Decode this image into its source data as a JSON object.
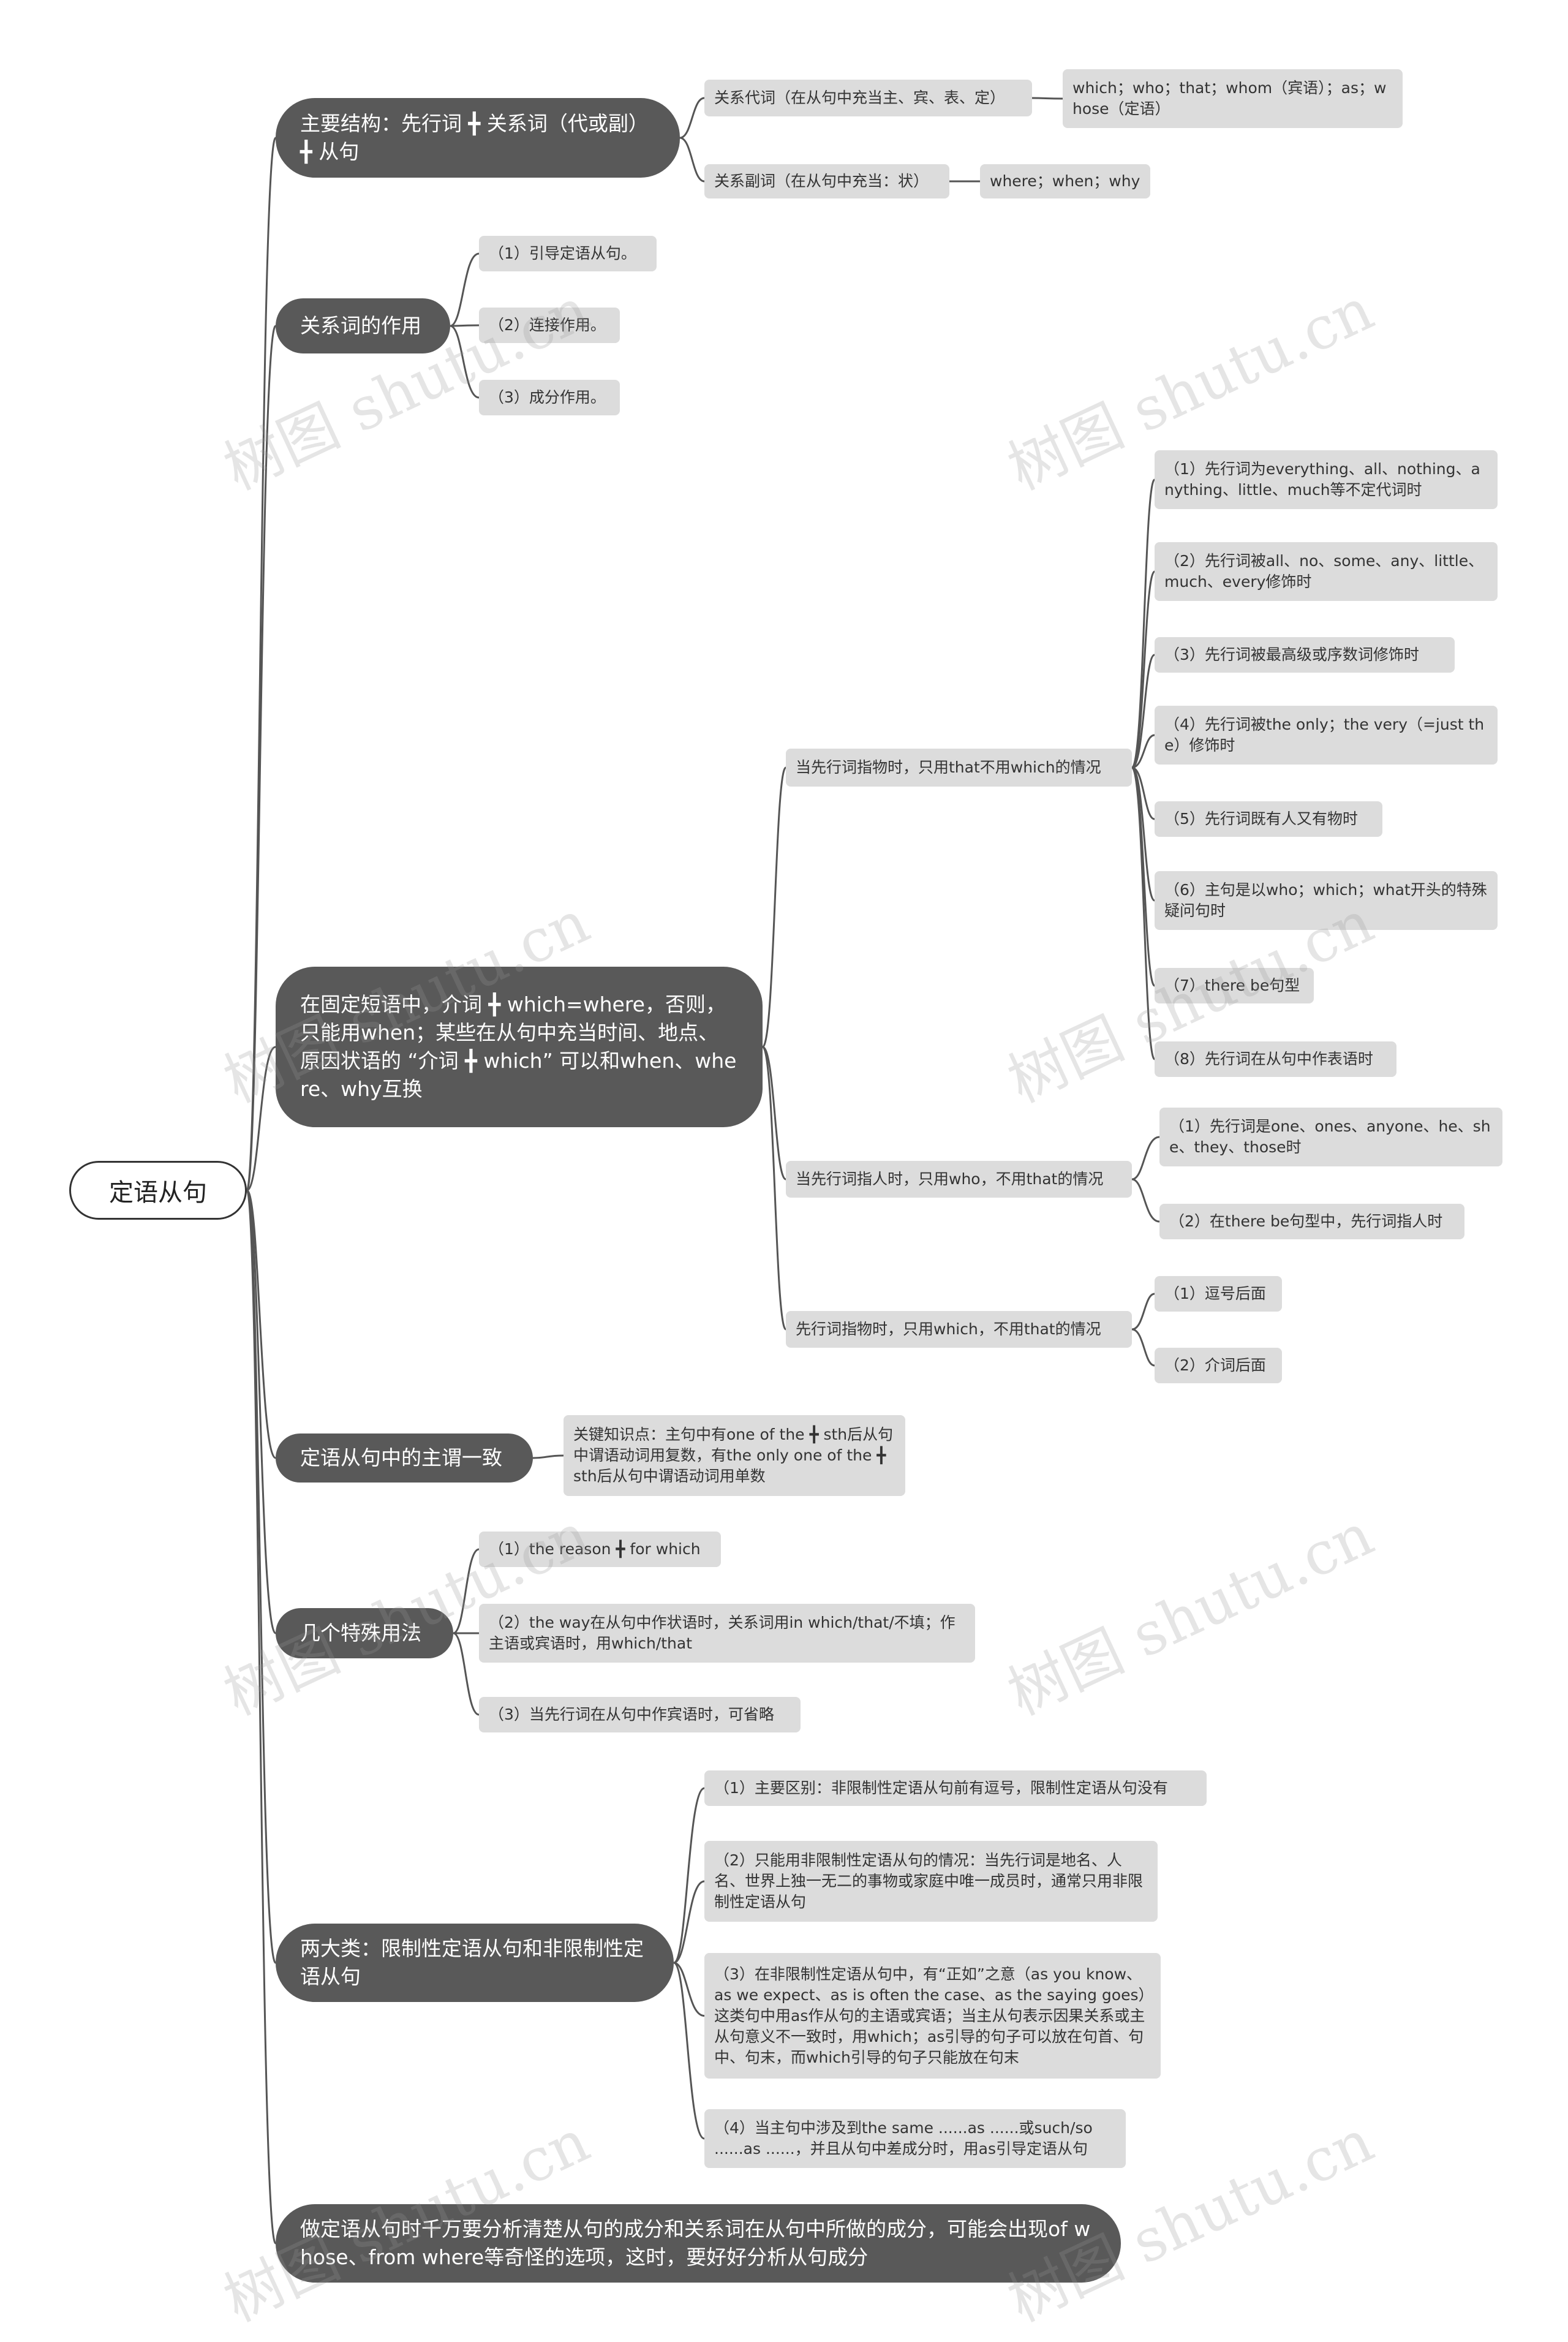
{
  "root": {
    "label": "定语从句"
  },
  "branches": [
    {
      "label": "主要结构：先行词 ╋ 关系词（代或副） ╋ 从句",
      "children": [
        {
          "label": "关系代词（在从句中充当主、宾、表、定）",
          "children": [
            {
              "label": "which；who；that；whom（宾语）；as；whose（定语）"
            }
          ]
        },
        {
          "label": "关系副词（在从句中充当：状）",
          "children": [
            {
              "label": "where；when；why"
            }
          ]
        }
      ]
    },
    {
      "label": "关系词的作用",
      "children": [
        {
          "label": "（1）引导定语从句。"
        },
        {
          "label": "（2）连接作用。"
        },
        {
          "label": "（3）成分作用。"
        }
      ]
    },
    {
      "label": "在固定短语中，介词 ╋ which=where，否则，只能用when；某些在从句中充当时间、地点、原因状语的 “介词 ╋ which” 可以和when、where、why互换",
      "children": [
        {
          "label": "当先行词指物时，只用that不用which的情况",
          "children": [
            {
              "label": "（1）先行词为everything、all、nothing、anything、little、much等不定代词时"
            },
            {
              "label": "（2）先行词被all、no、some、any、little、much、every修饰时"
            },
            {
              "label": "（3）先行词被最高级或序数词修饰时"
            },
            {
              "label": "（4）先行词被the only；the very（=just the）修饰时"
            },
            {
              "label": "（5）先行词既有人又有物时"
            },
            {
              "label": "（6）主句是以who；which；what开头的特殊疑问句时"
            },
            {
              "label": "（7）there be句型"
            },
            {
              "label": "（8）先行词在从句中作表语时"
            }
          ]
        },
        {
          "label": "当先行词指人时，只用who，不用that的情况",
          "children": [
            {
              "label": "（1）先行词是one、ones、anyone、he、she、they、those时"
            },
            {
              "label": "（2）在there be句型中，先行词指人时"
            }
          ]
        },
        {
          "label": "先行词指物时，只用which，不用that的情况",
          "children": [
            {
              "label": "（1）逗号后面"
            },
            {
              "label": "（2）介词后面"
            }
          ]
        }
      ]
    },
    {
      "label": "定语从句中的主谓一致",
      "children": [
        {
          "label": "关键知识点：主句中有one of the ╋ sth后从句中谓语动词用复数，有the only one of the ╋ sth后从句中谓语动词用单数"
        }
      ]
    },
    {
      "label": "几个特殊用法",
      "children": [
        {
          "label": "（1）the reason ╋ for which"
        },
        {
          "label": "（2）the way在从句中作状语时，关系词用in which/that/不填；作主语或宾语时，用which/that"
        },
        {
          "label": "（3）当先行词在从句中作宾语时，可省略"
        }
      ]
    },
    {
      "label": "两大类：限制性定语从句和非限制性定语从句",
      "children": [
        {
          "label": "（1）主要区别：非限制性定语从句前有逗号，限制性定语从句没有"
        },
        {
          "label": "（2）只能用非限制性定语从句的情况：当先行词是地名、人名、世界上独一无二的事物或家庭中唯一成员时，通常只用非限制性定语从句"
        },
        {
          "label": "（3）在非限制性定语从句中，有“正如”之意（as you know、as we expect、as is often the case、as the saying goes）这类句中用as作从句的主语或宾语；当主从句表示因果关系或主从句意义不一致时，用which；as引导的句子可以放在句首、句中、句末，而which引导的句子只能放在句末"
        },
        {
          "label": "（4）当主句中涉及到the same ......as ......或such/so ......as ......，并且从句中差成分时，用as引导定语从句"
        }
      ]
    },
    {
      "label": "做定语从句时千万要分析清楚从句的成分和关系词在从句中所做的成分，可能会出现of whose、from where等奇怪的选项，这时，要好好分析从句成分",
      "children": []
    }
  ],
  "watermark": "树图 shutu.cn"
}
